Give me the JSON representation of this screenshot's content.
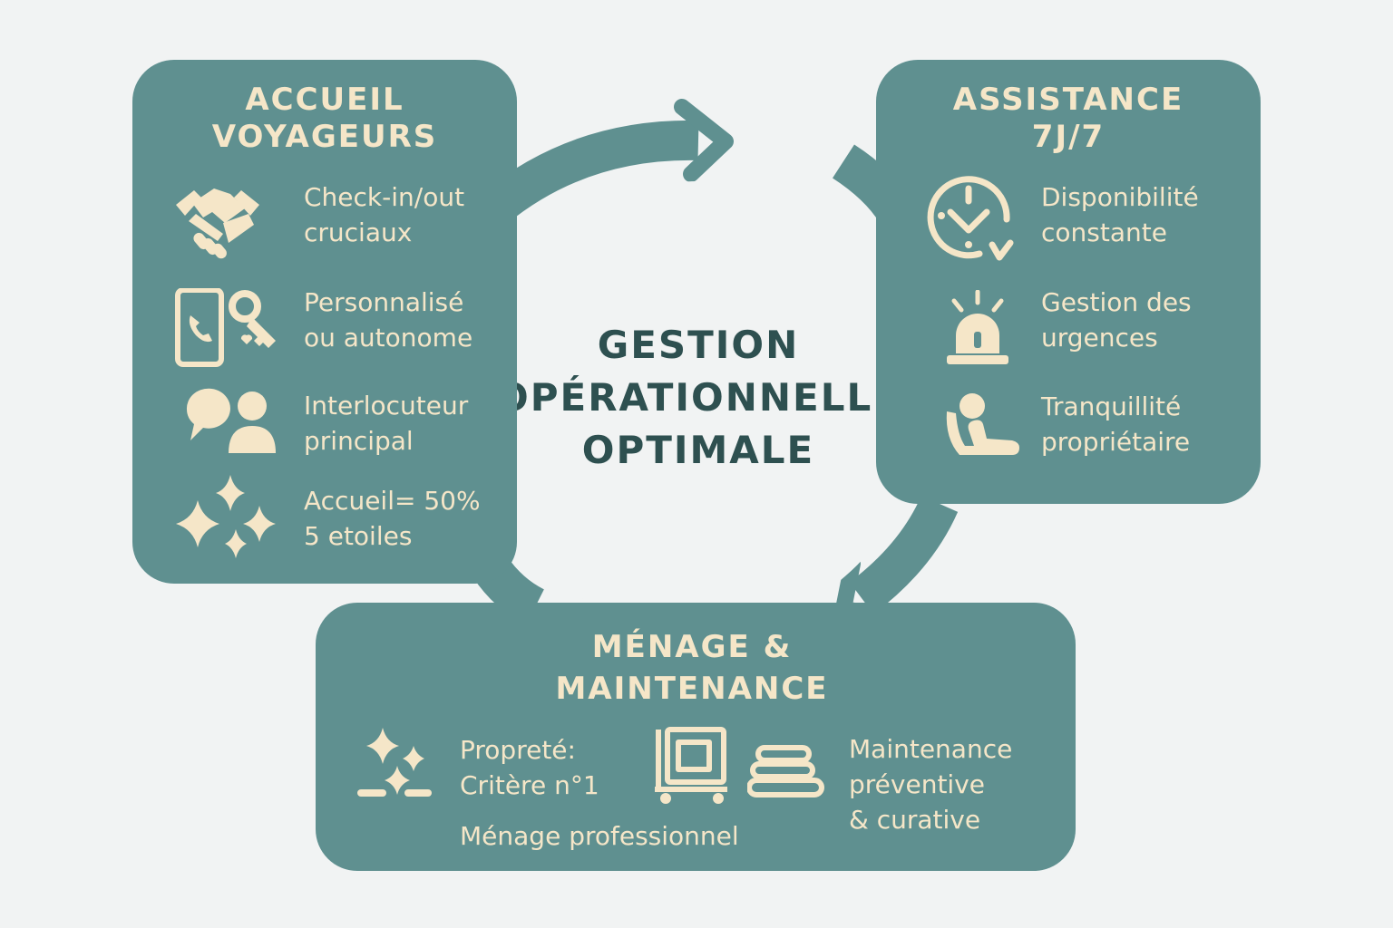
{
  "colors": {
    "panel": "#5f9090",
    "accent": "#f5e6c8",
    "center_text": "#2e5050",
    "background": "#f1f3f3"
  },
  "center": {
    "title_lines": [
      "GESTION",
      "OPÉRATIONNELLE",
      "OPTIMALE"
    ]
  },
  "accueil": {
    "title_lines": [
      "ACCUEIL",
      "VOYAGEURS"
    ],
    "items": [
      {
        "icon": "handshake-icon",
        "lines": [
          "Check-in/out",
          "cruciaux"
        ]
      },
      {
        "icon": "phone-key-icon",
        "lines": [
          "Personnalisé",
          "ou autonome"
        ]
      },
      {
        "icon": "chat-person-icon",
        "lines": [
          "Interlocuteur",
          "principal"
        ]
      },
      {
        "icon": "sparkles-icon",
        "lines": [
          "Accueil= 50%",
          "5 etoiles"
        ]
      }
    ]
  },
  "assistance": {
    "title_lines": [
      "ASSISTANCE",
      "7J/7"
    ],
    "items": [
      {
        "icon": "clock-icon",
        "lines": [
          "Disponibilité",
          "constante"
        ]
      },
      {
        "icon": "alarm-light-icon",
        "lines": [
          "Gestion des",
          "urgences"
        ]
      },
      {
        "icon": "relaxing-person-icon",
        "lines": [
          "Tranquillité",
          "propriétaire"
        ]
      }
    ]
  },
  "menage": {
    "title_lines": [
      "MÉNAGE &",
      "MAINTENANCE"
    ],
    "proprete_lines": [
      "Propreté:",
      "Critère n°1"
    ],
    "menage_pro": "Ménage professionnel",
    "maintenance_lines": [
      "Maintenance",
      "préventive",
      "& curative"
    ],
    "icons": [
      "sparkle-clean-icon",
      "cleaning-cart-icon",
      "towels-icon"
    ]
  }
}
